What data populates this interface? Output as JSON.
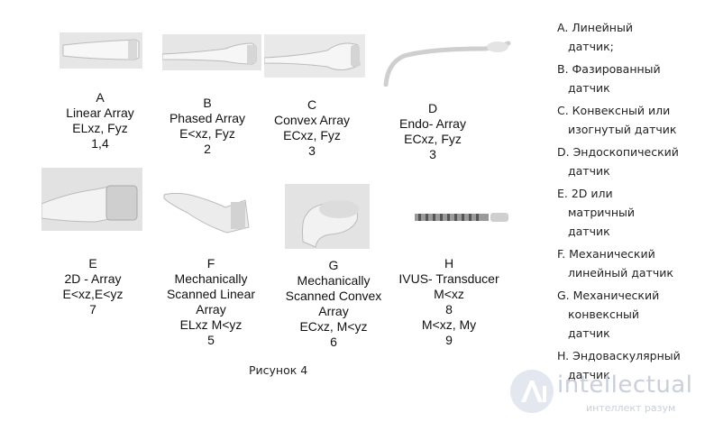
{
  "probes": [
    {
      "letter": "A",
      "lines": [
        "Linear Array",
        "ELxz, Fyz",
        "1,4"
      ]
    },
    {
      "letter": "B",
      "lines": [
        "Phased Array",
        "E<xz, Fyz",
        "2"
      ]
    },
    {
      "letter": "C",
      "lines": [
        "Convex Array",
        "ECxz, Fyz",
        "3"
      ]
    },
    {
      "letter": "D",
      "lines": [
        "Endo- Array",
        "ECxz, Fyz",
        "3"
      ]
    },
    {
      "letter": "E",
      "lines": [
        "2D - Array",
        "E<xz,E<yz",
        "7"
      ]
    },
    {
      "letter": "F",
      "lines": [
        "Mechanically",
        "Scanned  Linear",
        "Array",
        "ELxz  M<yz",
        "5"
      ]
    },
    {
      "letter": "G",
      "lines": [
        "Mechanically",
        "Scanned Convex",
        "Array",
        "ECxz, M<yz",
        "6"
      ]
    },
    {
      "letter": "H",
      "lines": [
        "IVUS- Transducer",
        "M<xz",
        "8",
        "M<xz, My",
        "9"
      ]
    }
  ],
  "figure_caption": "Рисунок 4",
  "legend": [
    [
      "A. Линейный",
      "датчик;"
    ],
    [
      "B. Фазированный",
      "датчик"
    ],
    [
      "C. Конвексный или",
      "изогнутый датчик"
    ],
    [
      "D. Эндоскопический",
      "датчик"
    ],
    [
      "E. 2D или",
      "матричный",
      "датчик"
    ],
    [
      "F. Механический",
      "линейный датчик"
    ],
    [
      "G. Механический",
      "конвексный",
      "датчик"
    ],
    [
      "H. Эндоваскулярный",
      "датчик"
    ]
  ],
  "watermark": {
    "brand": "intellectual",
    "tagline": "интеллект разум",
    "logo_icon": "ai-logo-icon"
  }
}
